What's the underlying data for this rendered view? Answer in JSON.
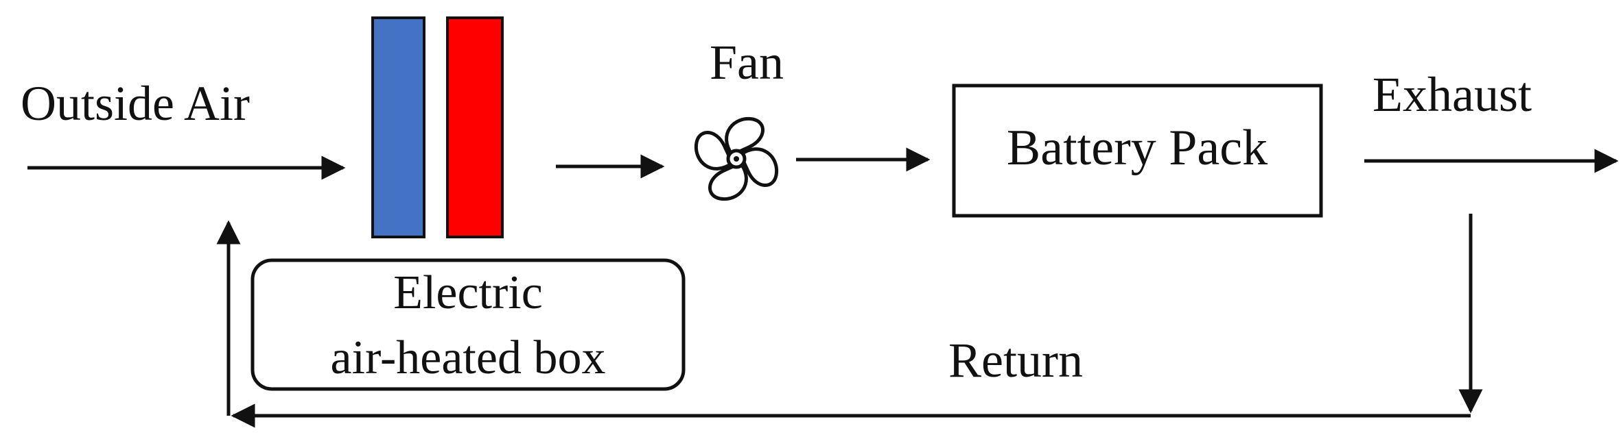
{
  "labels": {
    "outside_air": "Outside Air",
    "fan": "Fan",
    "battery_pack": "Battery Pack",
    "exhaust": "Exhaust",
    "heated_box_line1": "Electric",
    "heated_box_line2": "air-heated box",
    "return": "Return"
  },
  "colors": {
    "cool_element": "#4472c4",
    "heat_element": "#ff0000",
    "stroke": "#111111",
    "background": "#ffffff"
  },
  "icons": {
    "fan": "fan-icon"
  }
}
